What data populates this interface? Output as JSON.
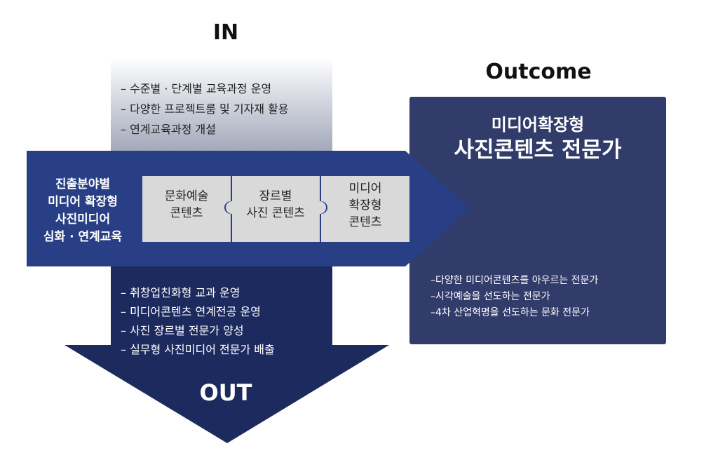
{
  "in": {
    "label": "IN",
    "items": [
      "– 수준별 · 단계별 교육과정 운영",
      "– 다양한 프로젝트룸 및 기자재 활용",
      "– 연계교육과정 개설"
    ]
  },
  "center": {
    "left_lines": [
      "진출분야별",
      "미디어 확장형",
      "사진미디어",
      "심화 · 연계교육"
    ],
    "boxes": [
      {
        "lines": [
          "문화예술",
          "콘텐츠"
        ]
      },
      {
        "lines": [
          "장르별",
          "사진 콘텐츠"
        ]
      },
      {
        "lines": [
          "미디어",
          "확장형",
          "콘텐츠"
        ]
      }
    ]
  },
  "outcome": {
    "label": "Outcome",
    "title_line1": "미디어확장형",
    "title_line2": "사진콘텐츠 전문가",
    "items": [
      "–다양한 미디어콘텐츠를 아우르는 전문가",
      "–시각예술을 선도하는 전문가",
      "–4차 산업혁명을 선도하는 문화 전문가"
    ]
  },
  "out": {
    "label": "OUT",
    "items": [
      "– 취창업친화형 교과 운영",
      "– 미디어콘텐츠 연계전공 운영",
      "– 사진 장르별 전문가 양성",
      "– 실무형 사진미디어 전문가 배출"
    ]
  },
  "colors": {
    "navy_dark": "#1c2a5e",
    "navy_mid": "#233b7a",
    "navy_band": "#283f86",
    "outcome_box": "#323c6a",
    "puzzle_fill": "#d9d9d9",
    "gradient_top": "#ffffff",
    "gradient_bottom": "#a2a8ba"
  }
}
